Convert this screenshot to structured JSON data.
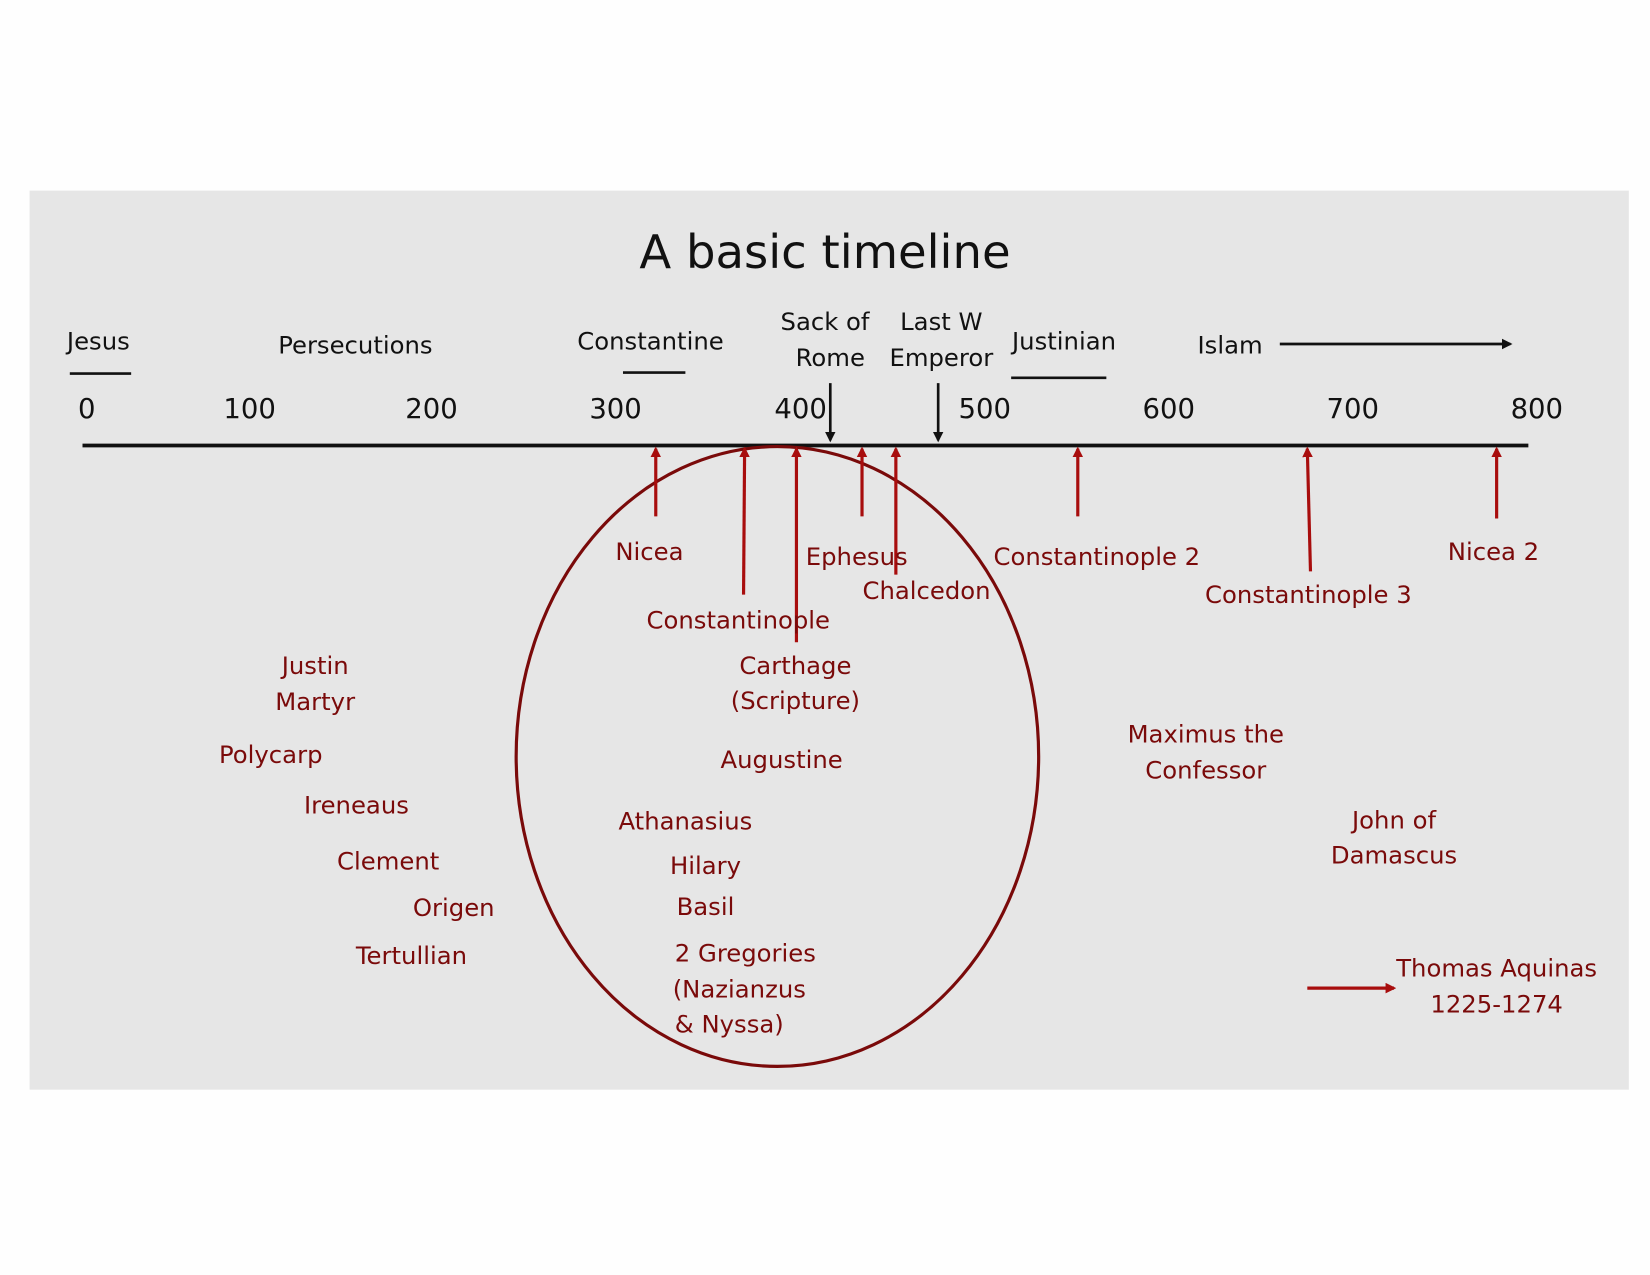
{
  "title": "A basic timeline",
  "colors": {
    "background": "#e6e6e6",
    "axis": "#111111",
    "council": "#a80d0d",
    "figure": "#7a0a0a"
  },
  "ticks": [
    "0",
    "100",
    "200",
    "300",
    "400",
    "500",
    "600",
    "700",
    "800"
  ],
  "events": {
    "jesus": "Jesus",
    "persecutions": "Persecutions",
    "constantine": "Constantine",
    "sack_1": "Sack of",
    "sack_2": "Rome",
    "last_1": "Last W",
    "last_2": "Emperor",
    "justinian": "Justinian",
    "islam": "Islam"
  },
  "councils": [
    "Nicea",
    "Constantinople",
    "Carthage",
    "(Scripture)",
    "Ephesus",
    "Chalcedon",
    "Constantinople 2",
    "Constantinople 3",
    "Nicea 2"
  ],
  "figures": {
    "justin_1": "Justin",
    "justin_2": "Martyr",
    "polycarp": "Polycarp",
    "ireneaus": "Ireneaus",
    "clement": "Clement",
    "origen": "Origen",
    "tertullian": "Tertullian",
    "augustine": "Augustine",
    "athanasius": "Athanasius",
    "hilary": "Hilary",
    "basil": "Basil",
    "greg_1": "2 Gregories",
    "greg_2": "(Nazianzus",
    "greg_3": "& Nyssa)",
    "maximus_1": "Maximus the",
    "maximus_2": "Confessor",
    "john_1": "John of",
    "john_2": "Damascus",
    "aquinas_1": "Thomas Aquinas",
    "aquinas_2": "1225-1274"
  }
}
